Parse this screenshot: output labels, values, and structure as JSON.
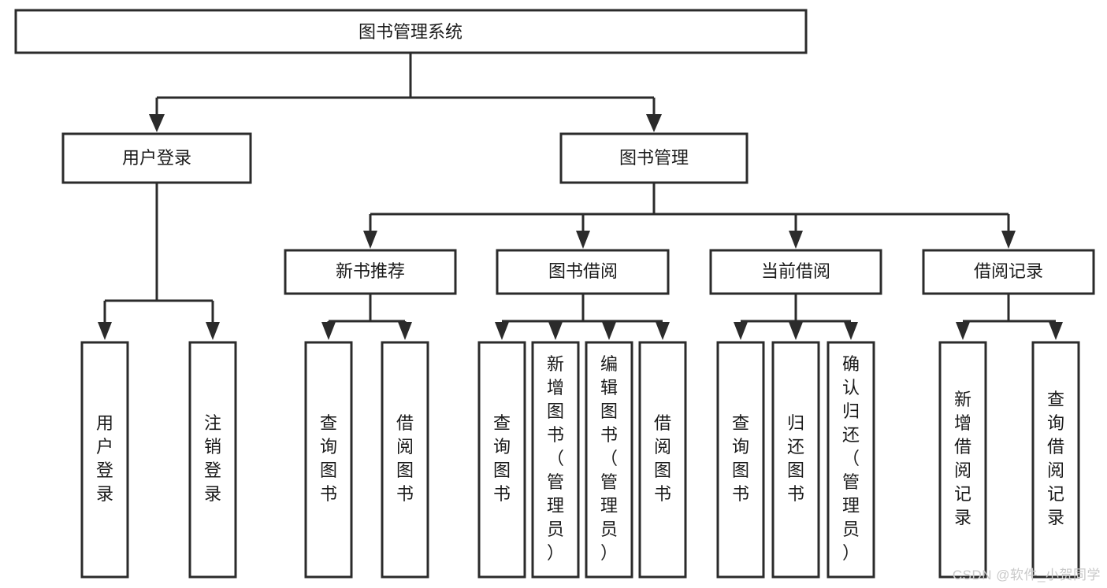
{
  "diagram": {
    "title": "图书管理系统",
    "type": "tree-hierarchy-diagram",
    "colors": {
      "stroke": "#2b2b2b",
      "fill": "#ffffff",
      "text": "#1a1a1a",
      "watermark": "#c9c9c9"
    },
    "levels": {
      "root": {
        "label": "图书管理系统"
      },
      "level2": [
        {
          "label": "用户登录"
        },
        {
          "label": "图书管理"
        }
      ],
      "level3": [
        {
          "label": "新书推荐"
        },
        {
          "label": "图书借阅"
        },
        {
          "label": "当前借阅"
        },
        {
          "label": "借阅记录"
        }
      ],
      "leaves": {
        "user_login": [
          {
            "label": "用户登录"
          },
          {
            "label": "注销登录"
          }
        ],
        "new_book_recommend": [
          {
            "label": "查询图书"
          },
          {
            "label": "借阅图书"
          }
        ],
        "book_borrow": [
          {
            "label": "查询图书"
          },
          {
            "label": "新增图书（管理员）"
          },
          {
            "label": "编辑图书（管理员）"
          },
          {
            "label": "借阅图书"
          }
        ],
        "current_borrow": [
          {
            "label": "查询图书"
          },
          {
            "label": "归还图书"
          },
          {
            "label": "确认归还（管理员）"
          }
        ],
        "borrow_record": [
          {
            "label": "新增借阅记录"
          },
          {
            "label": "查询借阅记录"
          }
        ]
      }
    },
    "watermark": "CSDN @软件_小贺同学"
  }
}
